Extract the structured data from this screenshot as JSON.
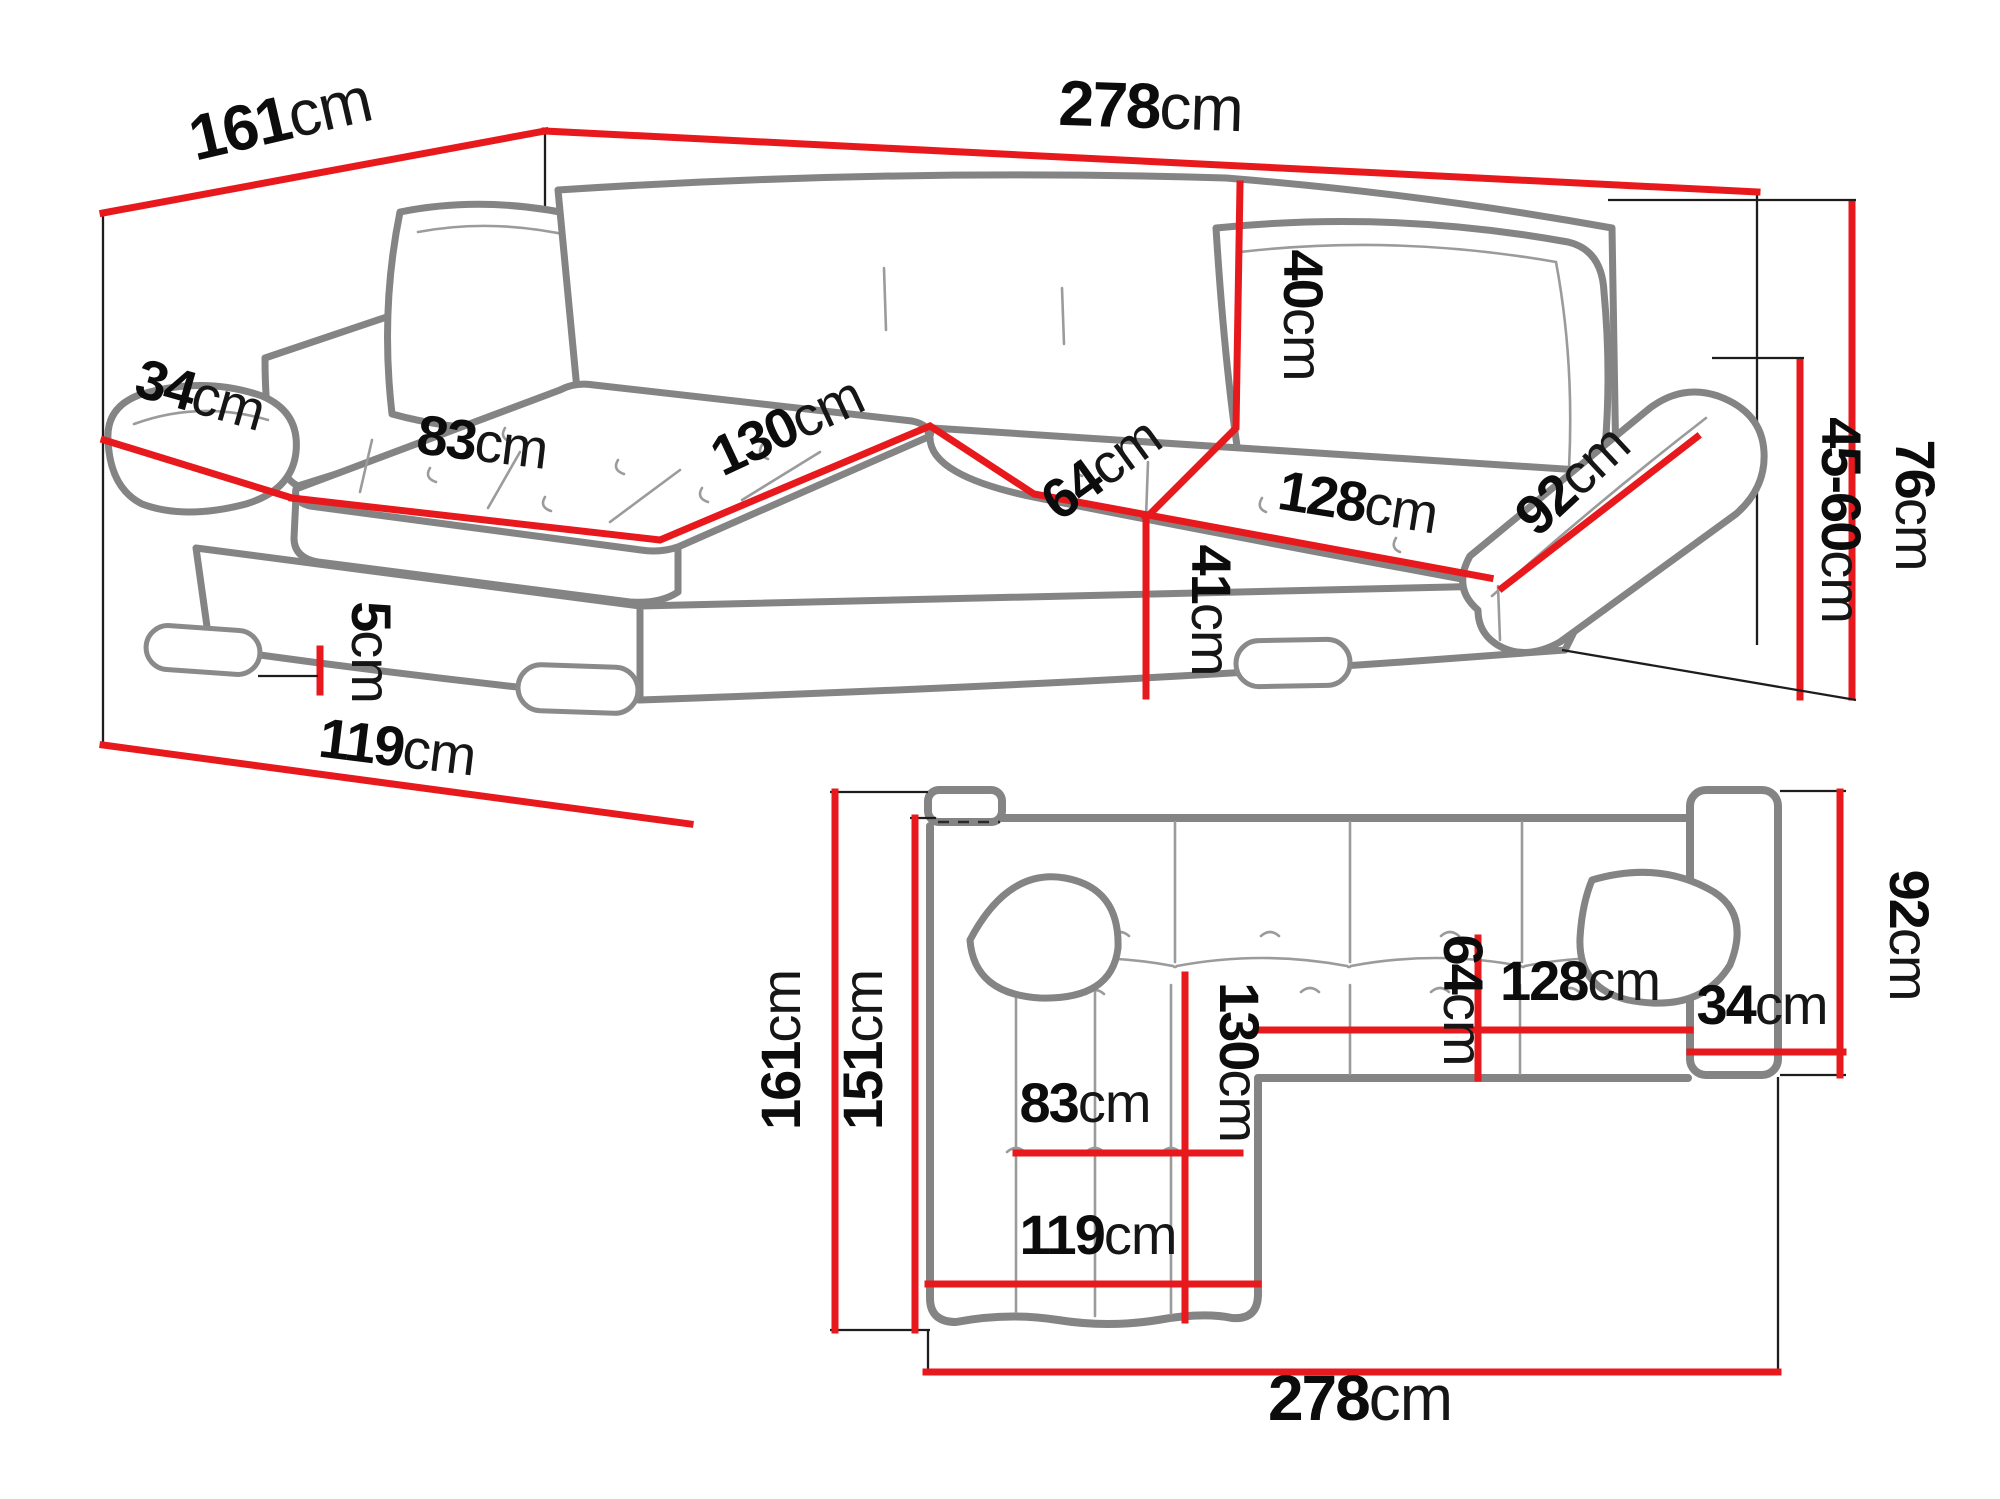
{
  "title": "Corner sofa dimensions diagram",
  "unit": "cm",
  "colors": {
    "dimension_line": "#e8191d",
    "sofa_outline": "#848484",
    "extension_line": "#1d1d1d",
    "label_text": "#0c0c0c",
    "background": "#ffffff"
  },
  "views": {
    "perspective": {
      "name": "perspective view",
      "dims": {
        "d161": {
          "value": "161",
          "unit": "cm"
        },
        "d278": {
          "value": "278",
          "unit": "cm"
        },
        "d34": {
          "value": "34",
          "unit": "cm"
        },
        "d83": {
          "value": "83",
          "unit": "cm"
        },
        "d130": {
          "value": "130",
          "unit": "cm"
        },
        "d64": {
          "value": "64",
          "unit": "cm"
        },
        "d40": {
          "value": "40",
          "unit": "cm"
        },
        "d128": {
          "value": "128",
          "unit": "cm"
        },
        "d92": {
          "value": "92",
          "unit": "cm"
        },
        "d76": {
          "value": "76",
          "unit": "cm"
        },
        "d45_60": {
          "value": "45-60",
          "unit": "cm"
        },
        "d41": {
          "value": "41",
          "unit": "cm"
        },
        "d5": {
          "value": "5",
          "unit": "cm"
        },
        "d119": {
          "value": "119",
          "unit": "cm"
        }
      }
    },
    "plan": {
      "name": "top (plan) view",
      "dims": {
        "d161": {
          "value": "161",
          "unit": "cm"
        },
        "d151": {
          "value": "151",
          "unit": "cm"
        },
        "d130": {
          "value": "130",
          "unit": "cm"
        },
        "d64": {
          "value": "64",
          "unit": "cm"
        },
        "d128": {
          "value": "128",
          "unit": "cm"
        },
        "d34": {
          "value": "34",
          "unit": "cm"
        },
        "d92": {
          "value": "92",
          "unit": "cm"
        },
        "d83": {
          "value": "83",
          "unit": "cm"
        },
        "d119": {
          "value": "119",
          "unit": "cm"
        },
        "d278": {
          "value": "278",
          "unit": "cm"
        }
      }
    }
  }
}
